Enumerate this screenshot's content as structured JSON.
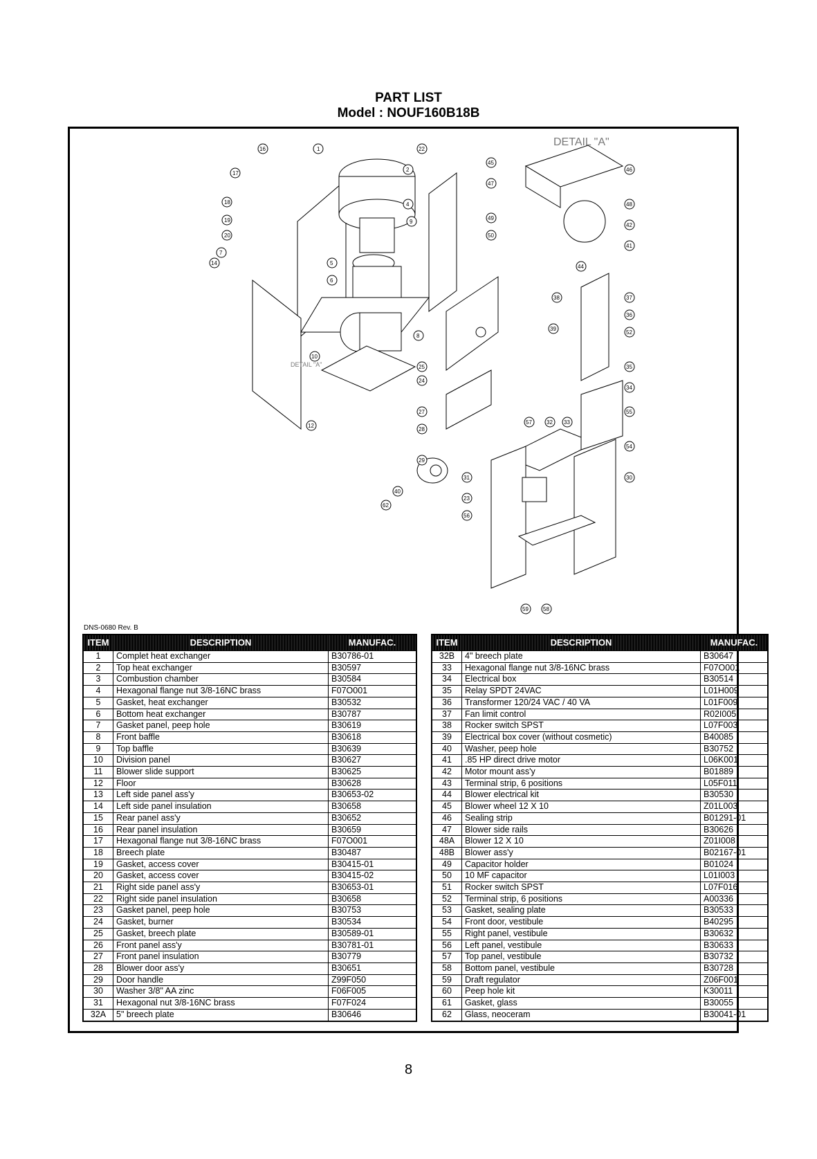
{
  "header": {
    "title": "PART LIST",
    "model": "Model : NOUF160B18B"
  },
  "diagram": {
    "detail_label": "DETAIL \"A\"",
    "detail_ref": "DETAIL \"A\"",
    "doc_code": "DNS-0680 Rev. B"
  },
  "table": {
    "headers": {
      "item": "ITEM",
      "description": "DESCRIPTION",
      "manufac": "MANUFAC."
    },
    "left": [
      [
        "1",
        "Complet heat exchanger",
        "B30786-01"
      ],
      [
        "2",
        "Top heat exchanger",
        "B30597"
      ],
      [
        "3",
        "Combustion chamber",
        "B30584"
      ],
      [
        "4",
        "Hexagonal flange nut 3/8-16NC brass",
        "F07O001"
      ],
      [
        "5",
        "Gasket, heat exchanger",
        "B30532"
      ],
      [
        "6",
        "Bottom heat exchanger",
        "B30787"
      ],
      [
        "7",
        "Gasket panel, peep hole",
        "B30619"
      ],
      [
        "8",
        "Front baffle",
        "B30618"
      ],
      [
        "9",
        "Top baffle",
        "B30639"
      ],
      [
        "10",
        "Division panel",
        "B30627"
      ],
      [
        "11",
        "Blower slide support",
        "B30625"
      ],
      [
        "12",
        "Floor",
        "B30628"
      ],
      [
        "13",
        "Left side panel ass'y",
        "B30653-02"
      ],
      [
        "14",
        "Left side panel insulation",
        "B30658"
      ],
      [
        "15",
        "Rear panel ass'y",
        "B30652"
      ],
      [
        "16",
        "Rear panel insulation",
        "B30659"
      ],
      [
        "17",
        "Hexagonal flange nut 3/8-16NC brass",
        "F07O001"
      ],
      [
        "18",
        "Breech plate",
        "B30487"
      ],
      [
        "19",
        "Gasket, access cover",
        "B30415-01"
      ],
      [
        "20",
        "Gasket, access cover",
        "B30415-02"
      ],
      [
        "21",
        "Right side panel ass'y",
        "B30653-01"
      ],
      [
        "22",
        "Right side panel insulation",
        "B30658"
      ],
      [
        "23",
        "Gasket panel, peep hole",
        "B30753"
      ],
      [
        "24",
        "Gasket, burner",
        "B30534"
      ],
      [
        "25",
        "Gasket, breech plate",
        "B30589-01"
      ],
      [
        "26",
        "Front panel ass'y",
        "B30781-01"
      ],
      [
        "27",
        "Front panel insulation",
        "B30779"
      ],
      [
        "28",
        "Blower door ass'y",
        "B30651"
      ],
      [
        "29",
        "Door handle",
        "Z99F050"
      ],
      [
        "30",
        "Washer 3/8\" AA zinc",
        "F06F005"
      ],
      [
        "31",
        "Hexagonal nut 3/8-16NC brass",
        "F07F024"
      ],
      [
        "32A",
        "5\" breech plate",
        "B30646"
      ]
    ],
    "right": [
      [
        "32B",
        "4\" breech plate",
        "B30647"
      ],
      [
        "33",
        "Hexagonal flange nut 3/8-16NC brass",
        "F07O001"
      ],
      [
        "34",
        "Electrical box",
        "B30514"
      ],
      [
        "35",
        "Relay SPDT 24VAC",
        "L01H009"
      ],
      [
        "36",
        "Transformer 120/24 VAC / 40 VA",
        "L01F009"
      ],
      [
        "37",
        "Fan limit control",
        "R02I005"
      ],
      [
        "38",
        "Rocker switch SPST",
        "L07F003"
      ],
      [
        "39",
        "Electrical box cover  (without cosmetic)",
        "B40085"
      ],
      [
        "40",
        "Washer, peep hole",
        "B30752"
      ],
      [
        "41",
        ".85 HP direct drive motor",
        "L06K001"
      ],
      [
        "42",
        "Motor mount ass'y",
        "B01889"
      ],
      [
        "43",
        "Terminal strip, 6 positions",
        "L05F011"
      ],
      [
        "44",
        "Blower electrical kit",
        "B30530"
      ],
      [
        "45",
        "Blower wheel 12 X 10",
        "Z01L003"
      ],
      [
        "46",
        "Sealing strip",
        "B01291-01"
      ],
      [
        "47",
        "Blower side rails",
        "B30626"
      ],
      [
        "48A",
        "Blower 12 X 10",
        "Z01I008"
      ],
      [
        "48B",
        "Blower ass'y",
        "B02167-01"
      ],
      [
        "49",
        "Capacitor holder",
        "B01024"
      ],
      [
        "50",
        "10 MF capacitor",
        "L01I003"
      ],
      [
        "51",
        "Rocker switch SPST",
        "L07F016"
      ],
      [
        "52",
        "Terminal strip, 6 positions",
        "A00336"
      ],
      [
        "53",
        "Gasket, sealing plate",
        "B30533"
      ],
      [
        "54",
        "Front door, vestibule",
        "B40295"
      ],
      [
        "55",
        "Right panel, vestibule",
        "B30632"
      ],
      [
        "56",
        "Left panel, vestibule",
        "B30633"
      ],
      [
        "57",
        "Top panel, vestibule",
        "B30732"
      ],
      [
        "58",
        "Bottom panel, vestibule",
        "B30728"
      ],
      [
        "59",
        "Draft regulator",
        "Z06F001"
      ],
      [
        "60",
        "Peep hole kit",
        "K30011"
      ],
      [
        "61",
        "Gasket, glass",
        "B30055"
      ],
      [
        "62",
        "Glass, neoceram",
        "B30041-01"
      ]
    ]
  },
  "footer": {
    "page_number": "8"
  }
}
